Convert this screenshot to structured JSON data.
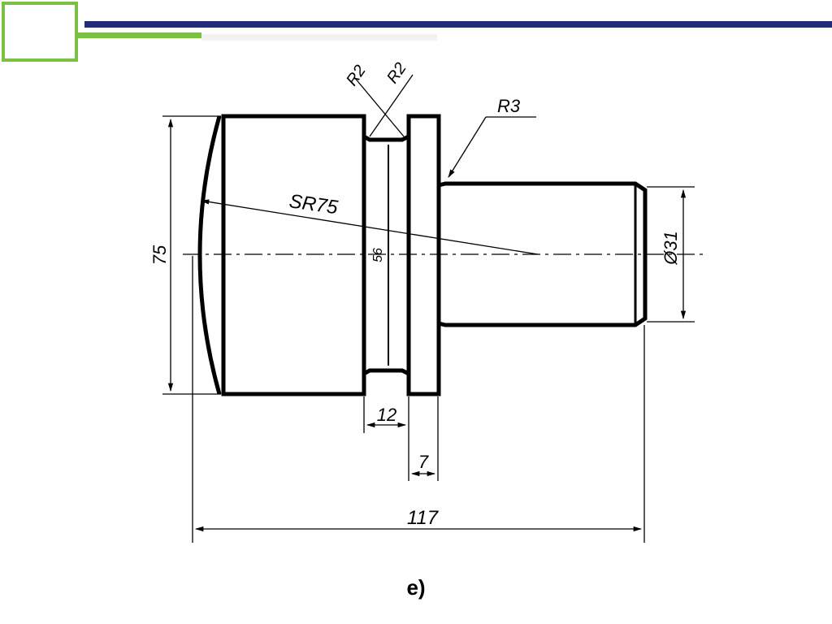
{
  "header": {
    "accent_green": "#7ac143",
    "accent_navy": "#1f2d7a"
  },
  "drawing": {
    "dimensions": {
      "chamfer_left": "R2",
      "chamfer_right": "R2",
      "fillet": "R3",
      "sphere_radius": "SR75",
      "overall_diameter": "75",
      "groove_diameter": "56",
      "shaft_diameter": "Ø31",
      "groove_width": "12",
      "collar_width": "7",
      "overall_length": "117"
    }
  },
  "caption": "e)"
}
